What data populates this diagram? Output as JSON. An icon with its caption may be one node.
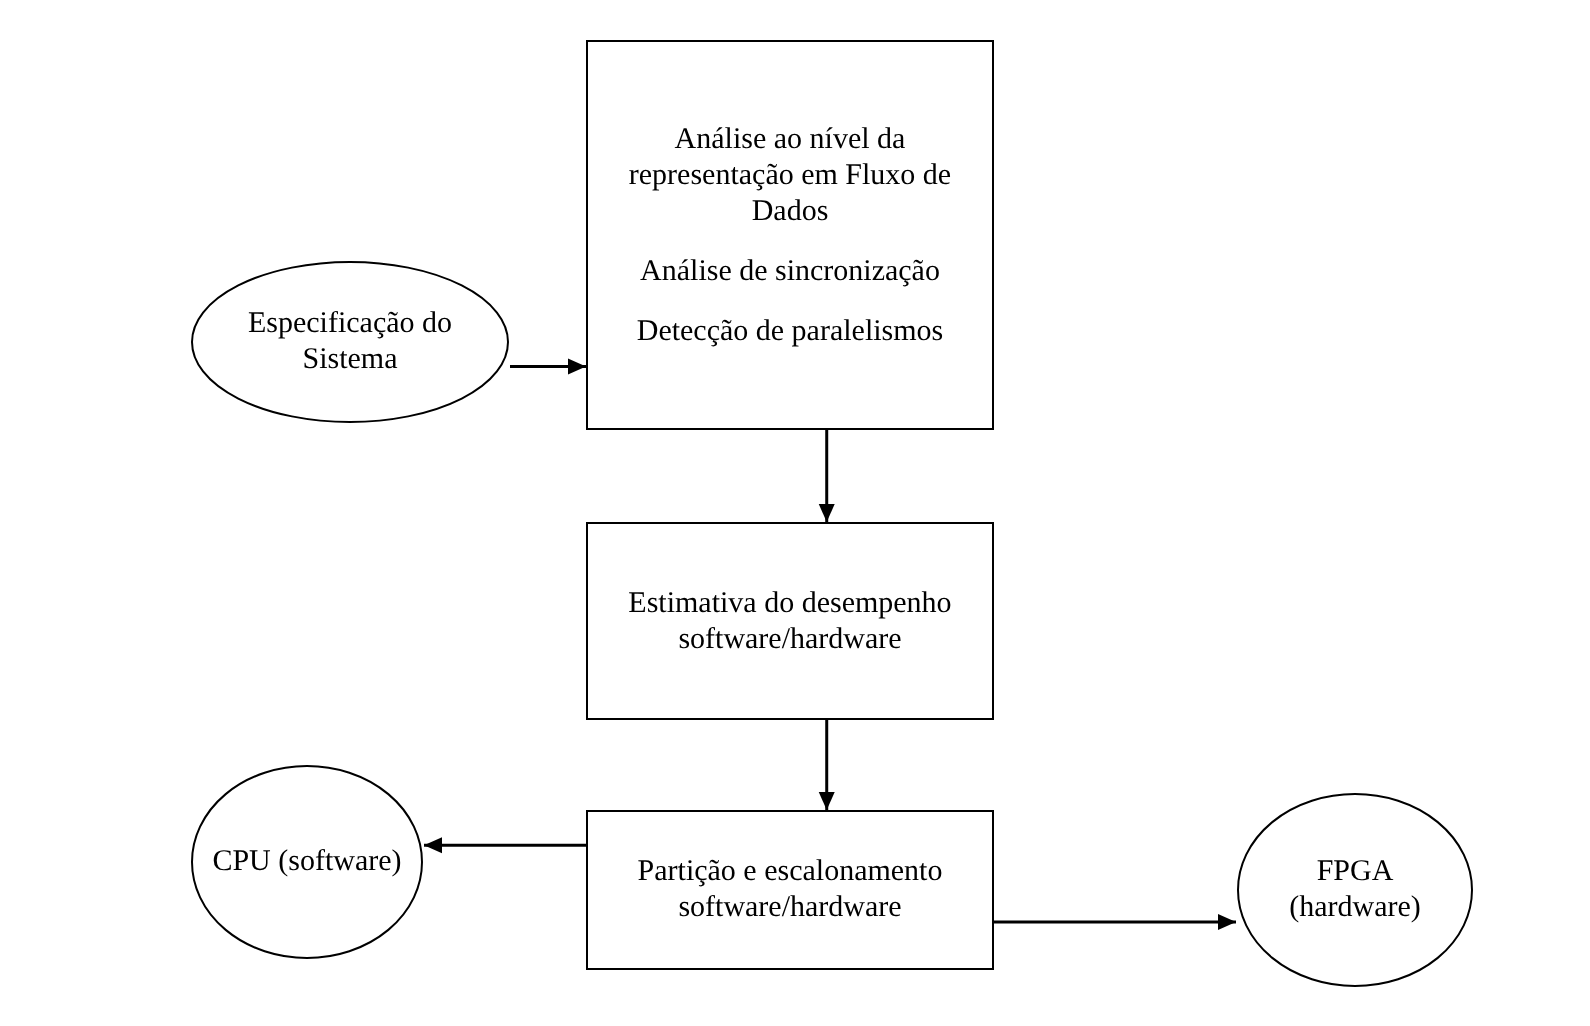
{
  "diagram": {
    "nodes": [
      {
        "text": [
          "Especificação do Sistema"
        ]
      },
      {
        "text": [
          "Análise ao nível da representação em  Fluxo de Dados",
          "Análise de sincronização",
          "Detecção de paralelismos"
        ]
      },
      {
        "text": [
          "Estimativa do desempenho software/hardware"
        ]
      },
      {
        "text": [
          "Partição e escalonamento software/hardware"
        ]
      },
      {
        "text": [
          "CPU (software)"
        ]
      },
      {
        "text": [
          "FPGA (hardware)"
        ]
      }
    ],
    "edges": [
      {
        "from": 0,
        "to": 1,
        "arrow": "to"
      },
      {
        "from": 1,
        "to": 2,
        "arrow": "to"
      },
      {
        "from": 2,
        "to": 3,
        "arrow": "to"
      },
      {
        "from": 3,
        "to": 4,
        "arrow": "to"
      },
      {
        "from": 3,
        "to": 5,
        "arrow": "to"
      }
    ]
  }
}
